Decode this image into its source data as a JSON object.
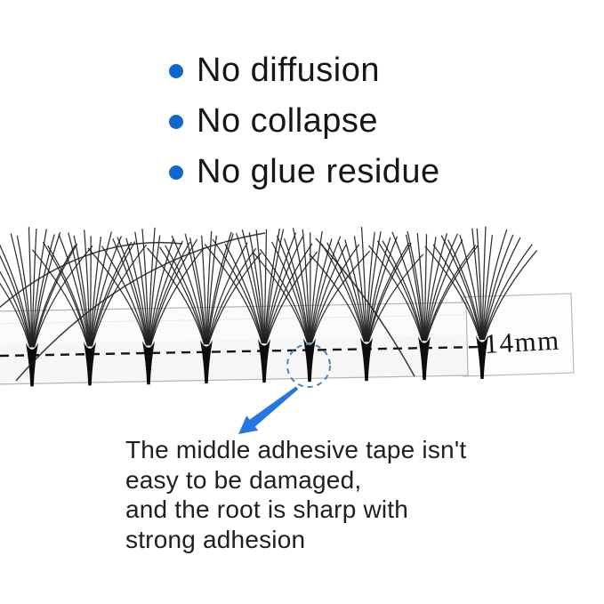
{
  "bullets": {
    "items": [
      {
        "label": "No diffusion"
      },
      {
        "label": "No collapse"
      },
      {
        "label": "No glue residue"
      }
    ]
  },
  "strip": {
    "size_label": "14mm",
    "fan_count": 9
  },
  "callout": {
    "lines": [
      "The middle adhesive tape isn't",
      "easy to be damaged,",
      "and the root is sharp with",
      "strong adhesion"
    ]
  },
  "colors": {
    "bullet_blue": "#1168cc",
    "arrow_blue": "#2575e2",
    "circle_blue": "#4d80bd",
    "lash_black": "#1c1c1c",
    "root_black": "#0d0d0d",
    "dash_black": "#141414",
    "tape_fill": "#fbfbfb",
    "tape_edge": "#b3b3b3"
  }
}
